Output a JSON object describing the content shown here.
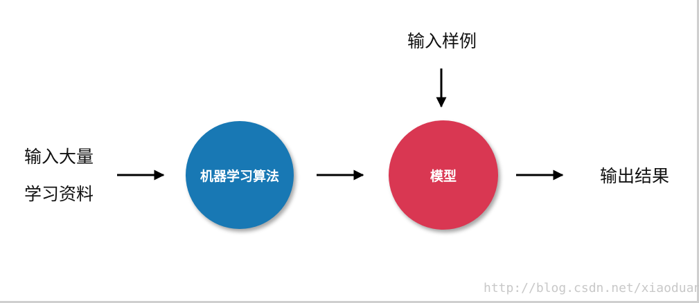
{
  "inputs": {
    "line1": "输入大量",
    "line2": "学习资料",
    "sample": "输入样例"
  },
  "nodes": {
    "algorithm": "机器学习算法",
    "model": "模型"
  },
  "output": "输出结果",
  "watermark": "http://blog.csdn.net/xiaoduan_",
  "colors": {
    "algorithm": "#1878b4",
    "model": "#d93752",
    "arrow": "#000000"
  }
}
